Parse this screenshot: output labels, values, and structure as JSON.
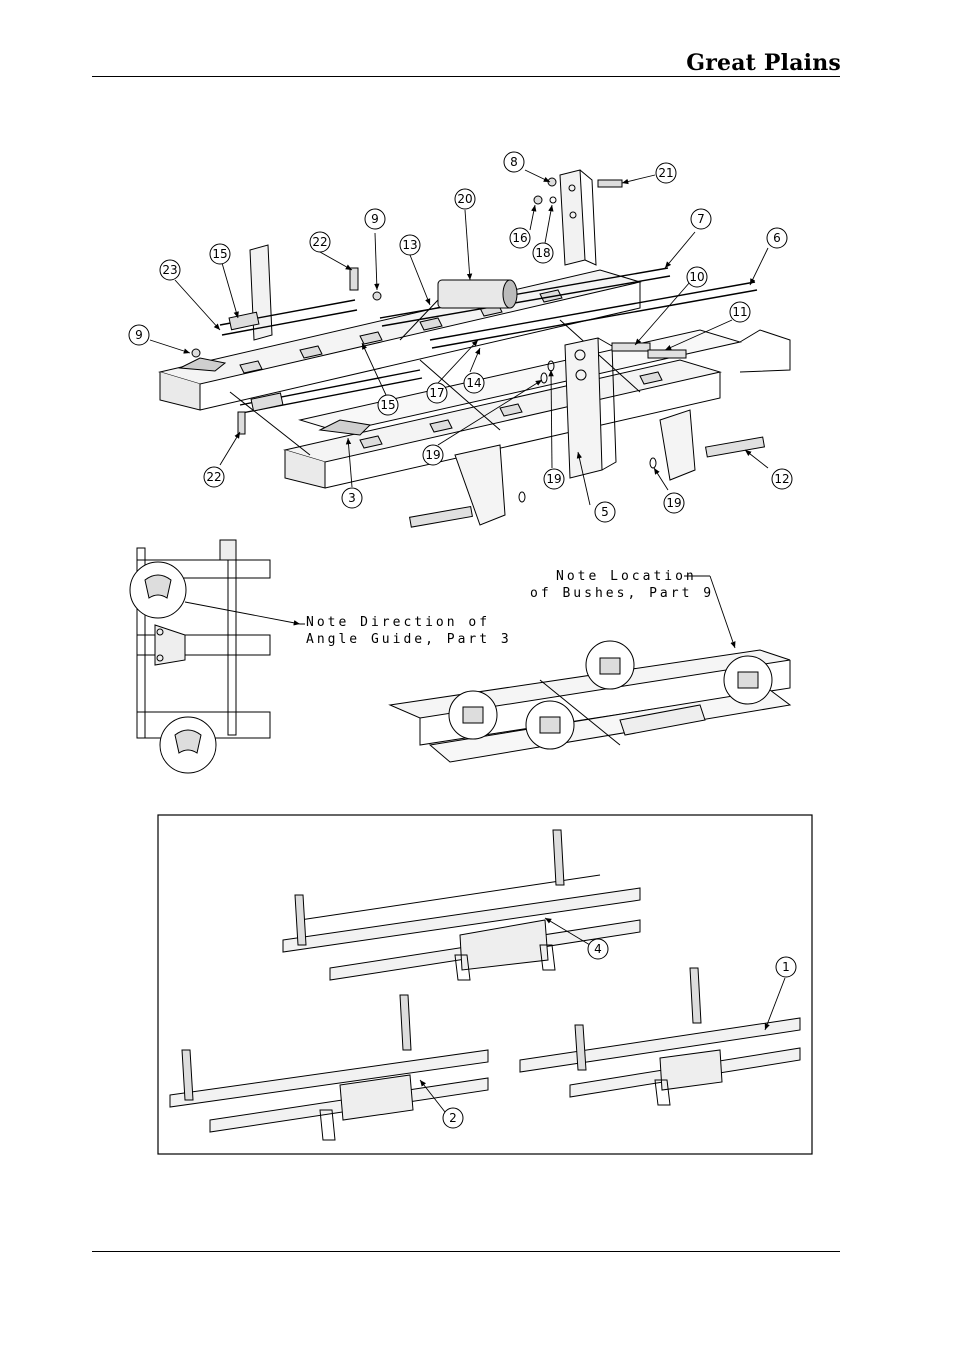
{
  "header": {
    "brand": "Great Plains"
  },
  "notes": {
    "angle_guide_line1": "Note Direction of",
    "angle_guide_line2": "Angle Guide, Part 3",
    "bushes_line1": "Note Location",
    "bushes_line2": "of Bushes, Part 9"
  },
  "callouts": {
    "c1": "1",
    "c2": "2",
    "c3": "3",
    "c4": "4",
    "c5": "5",
    "c6": "6",
    "c7": "7",
    "c8": "8",
    "c9a": "9",
    "c9b": "9",
    "c10": "10",
    "c11": "11",
    "c12": "12",
    "c13": "13",
    "c14": "14",
    "c15a": "15",
    "c15b": "15",
    "c16": "16",
    "c17": "17",
    "c18": "18",
    "c19a": "19",
    "c19b": "19",
    "c19c": "19",
    "c20": "20",
    "c21": "21",
    "c22a": "22",
    "c22b": "22",
    "c23": "23"
  }
}
